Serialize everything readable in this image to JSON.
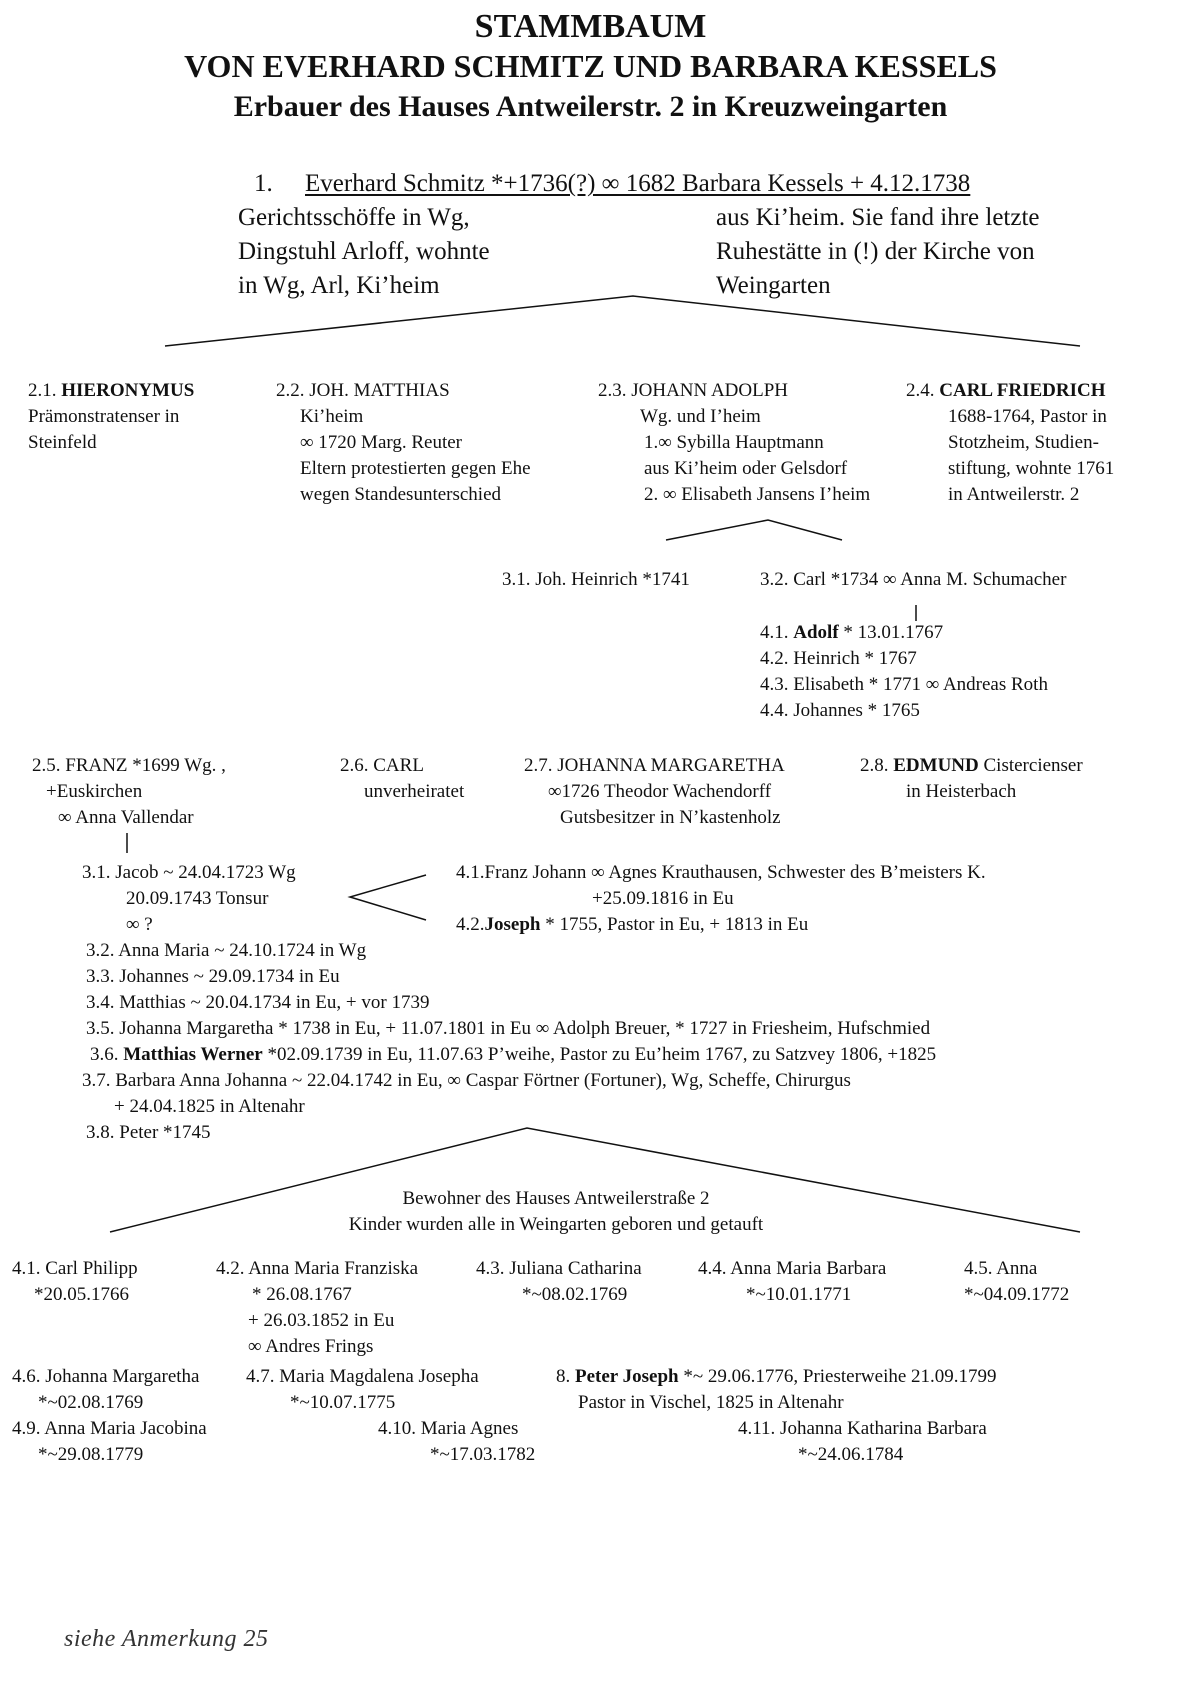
{
  "title": {
    "line1": "STAMMBAUM",
    "line2": "VON EVERHARD SCHMITZ UND BARBARA KESSELS",
    "line3": "Erbauer des Hauses Antweilerstr. 2 in Kreuzweingarten"
  },
  "gen1": {
    "number": "1.",
    "couple": "Everhard Schmitz *+1736(?) ∞ 1682 Barbara Kessels + 4.12.1738",
    "left": [
      "Gerichtsschöffe in Wg,",
      "Dingstuhl Arloff, wohnte",
      "in Wg, Arl, Ki’heim"
    ],
    "right": [
      "aus Ki’heim. Sie fand ihre letzte",
      "Ruhestätte in (!) der Kirche von",
      "Weingarten"
    ]
  },
  "gen2_row1": [
    {
      "num": "2.1.",
      "name": "HIERONYMUS",
      "lines": [
        "Prämonstratenser in",
        "Steinfeld"
      ]
    },
    {
      "num": "2.2.",
      "name": "JOH. MATTHIAS",
      "lines": [
        "Ki’heim",
        "∞ 1720 Marg. Reuter",
        "Eltern protestierten gegen Ehe",
        "wegen Standesunterschied"
      ]
    },
    {
      "num": "2.3.",
      "name": "JOHANN ADOLPH",
      "lines": [
        "Wg. und I’heim",
        "1.∞ Sybilla Hauptmann",
        "aus Ki’heim oder Gelsdorf",
        "2. ∞ Elisabeth Jansens I’heim"
      ]
    },
    {
      "num": "2.4.",
      "name": "CARL FRIEDRICH",
      "lines": [
        "1688-1764, Pastor in",
        "Stotzheim, Studien-",
        "stiftung, wohnte 1761",
        "in Antweilerstr. 2"
      ]
    }
  ],
  "adolph_children": {
    "c31": "3.1. Joh. Heinrich *1741",
    "c32": "3.2. Carl *1734 ∞ Anna M. Schumacher",
    "carl_children": [
      {
        "num": "4.1.",
        "name": "Adolf",
        "rest": " * 13.01.1767"
      },
      {
        "num": "4.2.",
        "name": "",
        "rest": "Heinrich * 1767"
      },
      {
        "num": "4.3.",
        "name": "",
        "rest": "Elisabeth * 1771 ∞ Andreas Roth"
      },
      {
        "num": "4.4.",
        "name": "",
        "rest": "Johannes * 1765"
      }
    ]
  },
  "gen2_row2": [
    {
      "head": "2.5. FRANZ *1699 Wg. ,",
      "lines": [
        "+Euskirchen",
        "∞ Anna Vallendar"
      ]
    },
    {
      "head": "2.6. CARL",
      "lines": [
        "unverheiratet"
      ]
    },
    {
      "head": "2.7. JOHANNA MARGARETHA",
      "lines": [
        "∞1726 Theodor Wachendorff",
        "Gutsbesitzer in N’kastenholz"
      ]
    },
    {
      "head_num": "2.8.",
      "head_name": "EDMUND",
      "head_rest": " Cistercienser",
      "lines": [
        "in Heisterbach"
      ]
    }
  ],
  "franz_children": {
    "jacob": [
      "3.1. Jacob ~ 24.04.1723 Wg",
      "20.09.1743 Tonsur",
      "∞ ?"
    ],
    "jacob_children": {
      "c41": "4.1.Franz Johann ∞ Agnes Krauthausen, Schwester des B’meisters K.",
      "c41b": "+25.09.1816 in Eu",
      "c42_num": "4.2.",
      "c42_name": "Joseph",
      "c42_rest": " * 1755, Pastor in Eu, + 1813 in Eu"
    },
    "others": [
      "3.2. Anna Maria ~ 24.10.1724 in Wg",
      "3.3. Johannes ~ 29.09.1734 in Eu",
      "3.4. Matthias ~ 20.04.1734 in Eu, + vor 1739",
      "3.5. Johanna Margaretha *  1738 in Eu, + 11.07.1801 in Eu ∞ Adolph Breuer, * 1727 in Friesheim, Hufschmied"
    ],
    "werner_num": "3.6.",
    "werner_name": "Matthias Werner",
    "werner_rest": " *02.09.1739 in Eu, 11.07.63 P’weihe, Pastor zu Eu’heim 1767, zu Satzvey 1806, +1825",
    "barbara": [
      "3.7. Barbara Anna Johanna ~ 22.04.1742 in Eu, ∞ Caspar Förtner (Fortuner), Wg,  Scheffe, Chirurgus",
      "+ 24.04.1825 in Altenahr"
    ],
    "peter": "3.8. Peter *1745"
  },
  "house_note": [
    "Bewohner des Hauses Antweilerstraße 2",
    "Kinder wurden alle in Weingarten geboren und getauft"
  ],
  "gen4_row1": [
    {
      "lines": [
        "4.1. Carl Philipp",
        "*20.05.1766"
      ]
    },
    {
      "lines": [
        "4.2. Anna Maria Franziska",
        "* 26.08.1767",
        "+ 26.03.1852 in Eu",
        "∞ Andres Frings"
      ]
    },
    {
      "lines": [
        "4.3. Juliana Catharina",
        "*~08.02.1769"
      ]
    },
    {
      "lines": [
        "4.4. Anna Maria Barbara",
        "*~10.01.1771"
      ]
    },
    {
      "lines": [
        "4.5. Anna",
        "*~04.09.1772"
      ]
    }
  ],
  "gen4_row2": [
    {
      "lines": [
        "4.6. Johanna Margaretha",
        "*~02.08.1769"
      ]
    },
    {
      "lines": [
        "4.7. Maria Magdalena Josepha",
        "*~10.07.1775"
      ]
    },
    {
      "num": "8.",
      "name": "Peter Joseph",
      "rest": " *~ 29.06.1776, Priesterweihe 21.09.1799",
      "line2": "Pastor in Vischel, 1825 in Altenahr"
    }
  ],
  "gen4_row3": [
    {
      "lines": [
        "4.9. Anna Maria Jacobina",
        "*~29.08.1779"
      ]
    },
    {
      "lines": [
        "4.10. Maria Agnes",
        "*~17.03.1782"
      ]
    },
    {
      "lines": [
        "4.11. Johanna Katharina Barbara",
        "*~24.06.1784"
      ]
    }
  ],
  "footnote": "siehe Anmerkung 25"
}
